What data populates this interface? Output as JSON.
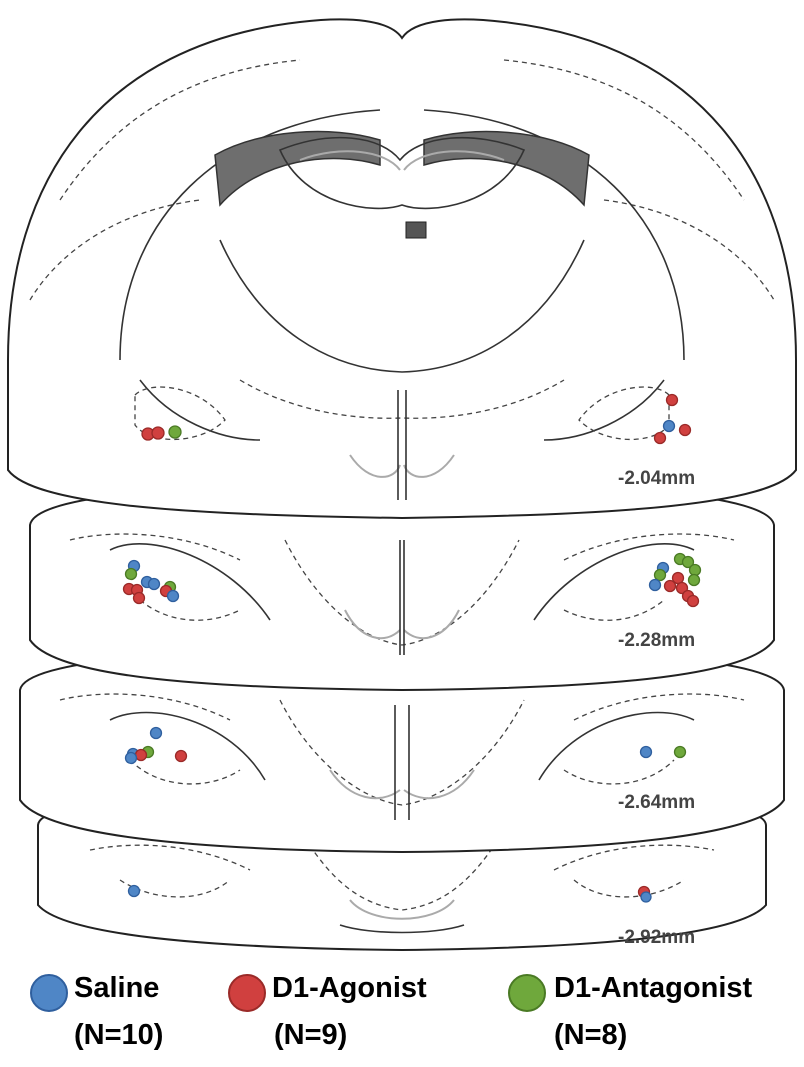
{
  "colors": {
    "saline": "#4f86c6",
    "saline_edge": "#2f5f9e",
    "agonist": "#d0403f",
    "agonist_edge": "#9a2a28",
    "antagonist": "#6fa83c",
    "antagonist_edge": "#4a7a24"
  },
  "sections": [
    {
      "label": "-2.04mm"
    },
    {
      "label": "-2.28mm"
    },
    {
      "label": "-2.64mm"
    },
    {
      "label": "-2.92mm"
    }
  ],
  "legend": [
    {
      "key": "saline",
      "name": "Saline",
      "n": "(N=10)"
    },
    {
      "key": "agonist",
      "name": "D1-Agonist",
      "n": "(N=9)"
    },
    {
      "key": "antagonist",
      "name": "D1-Antagonist",
      "n": "(N=8)"
    }
  ]
}
